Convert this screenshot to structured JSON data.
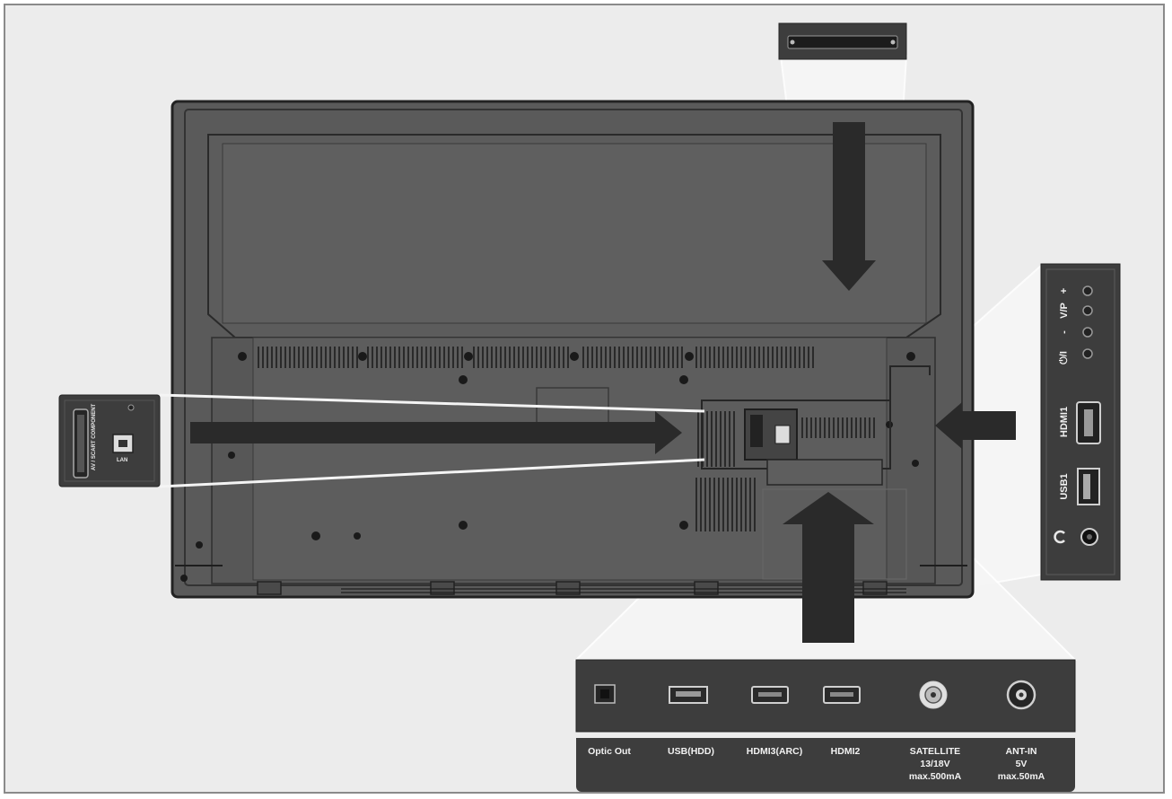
{
  "bottom_ports": {
    "optic_out": "Optic Out",
    "usb_hdd": "USB(HDD)",
    "hdmi3": "HDMI3(ARC)",
    "hdmi2": "HDMI2",
    "satellite": "SATELLITE\n13/18V\nmax.500mA",
    "ant_in": "ANT-IN\n5V\nmax.50mA"
  },
  "side_panel": {
    "vp_label": "V/P",
    "plus": "+",
    "minus": "-",
    "power_label": "⏻/I",
    "hdmi1": "HDMI1",
    "usb1": "USB1"
  },
  "left_panel": {
    "scart_label": "AV / SCART COMPONENT",
    "lan_label": "LAN"
  },
  "colors": {
    "tv_body": "#5a5a5a",
    "panel_dark": "#3d3d3d",
    "arrow": "#2a2a2a",
    "background": "#ececec"
  }
}
